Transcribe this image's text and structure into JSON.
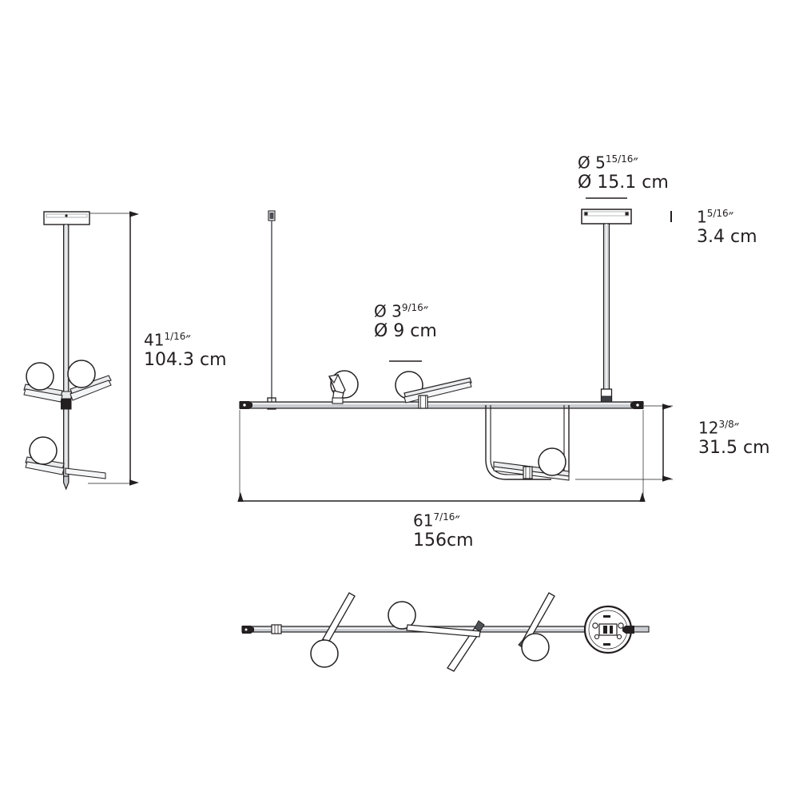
{
  "drawing": {
    "title": "Pendant lamp technical dimension drawing",
    "line_color": "#231f20",
    "fill_color": "#ffffff",
    "shade_color": "#c9ccd1",
    "accent_color": "#231f20"
  },
  "dimensions": {
    "canopy_diameter": {
      "name": "canopy-diameter",
      "imperial_prefix": "Ø 5",
      "imperial_frac": "15/16",
      "imperial_unit": "″",
      "metric": "Ø 15.1 cm"
    },
    "canopy_height": {
      "name": "canopy-height",
      "imperial_prefix": "1",
      "imperial_frac": "5/16",
      "imperial_unit": "″",
      "metric": "3.4 cm"
    },
    "globe_diameter": {
      "name": "globe-diameter",
      "imperial_prefix": "Ø 3",
      "imperial_frac": "9/16",
      "imperial_unit": "″",
      "metric": "Ø 9 cm"
    },
    "overall_height": {
      "name": "overall-height",
      "imperial_prefix": "41",
      "imperial_frac": "1/16",
      "imperial_unit": "″",
      "metric": "104.3 cm"
    },
    "drop_height": {
      "name": "drop-height",
      "imperial_prefix": "12",
      "imperial_frac": "3/8",
      "imperial_unit": "″",
      "metric": "31.5 cm"
    },
    "overall_width": {
      "name": "overall-width",
      "imperial_prefix": "61",
      "imperial_frac": "7/16",
      "imperial_unit": "″",
      "metric": "156cm"
    }
  },
  "views": {
    "side_elevation": "side-elevation-view",
    "front_elevation": "front-elevation-view",
    "plan": "plan-view"
  }
}
